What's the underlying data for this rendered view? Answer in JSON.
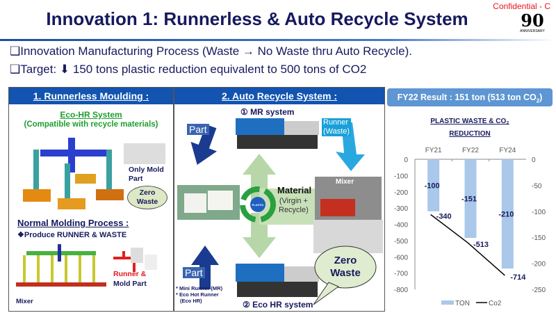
{
  "header": {
    "title": "Innovation 1: Runnerless & Auto Recycle System",
    "confidential": "Confidential - C",
    "logo_text": "90 YEARS ANNIVERSARY"
  },
  "bullets": [
    "❑Innovation Manufacturing Process (Waste → No Waste thru Auto Recycle).",
    "❑Target: ⬇ 150 tons plastic reduction equivalent to 500 tons of CO2"
  ],
  "panel1": {
    "header": "1. Runnerless Moulding :",
    "eco_title": "Eco-HR System",
    "eco_sub": "(Compatible with recycle materials)",
    "only_mold": "Only Mold Part",
    "zero_waste": "Zero Waste",
    "normal_title": "Normal Molding Process :",
    "normal_sub": "❖Produce RUNNER & WASTE",
    "runner_label": "Runner &",
    "mold_label": "Mold Part",
    "mixer": "Mixer"
  },
  "panel2": {
    "header": "2. Auto Recycle System :",
    "mr_system": "① MR system",
    "eco_hr_system": "② Eco HR system",
    "part_top": "Part",
    "part_bottom": "Part",
    "runner_waste_1": "Runner",
    "runner_waste_2": "(Waste)",
    "mixer": "Mixer",
    "material": "Material",
    "material_sub1": "(Virgin +",
    "material_sub2": "Recycle)",
    "plastic": "PLASTIC",
    "zero": "Zero",
    "waste": "Waste",
    "note1": "* Mini Runner (MR)",
    "note2": "* Eco Hot Runner",
    "note3": "(Eco HR)"
  },
  "result": {
    "label": "FY22 Result : 151 ton (513 ton CO",
    "sub": "2",
    "close": ")"
  },
  "chart_data": {
    "type": "bar+line",
    "title": "PLASTIC WASTE & CO₂ REDUCTION",
    "title_line1": "PLASTIC WASTE & CO₂",
    "title_line2": "REDUCTION",
    "categories": [
      "FY21",
      "FY22",
      "FY24"
    ],
    "series": [
      {
        "name": "TON",
        "type": "bar",
        "axis": "right",
        "values": [
          -100,
          -151,
          -210
        ],
        "color": "#a9c8ea"
      },
      {
        "name": "Co2",
        "type": "line",
        "axis": "left",
        "values": [
          -340,
          -513,
          -714
        ],
        "color": "#000000"
      }
    ],
    "left_axis": {
      "range": [
        -800,
        0
      ],
      "ticks": [
        "0",
        "-100",
        "-200",
        "-300",
        "-400",
        "-500",
        "-600",
        "-700",
        "-800"
      ]
    },
    "right_axis": {
      "range": [
        -250,
        0
      ],
      "ticks": [
        "0",
        "-50",
        "-100",
        "-150",
        "-200",
        "-250"
      ]
    },
    "legend": "bottom",
    "grid": false
  }
}
